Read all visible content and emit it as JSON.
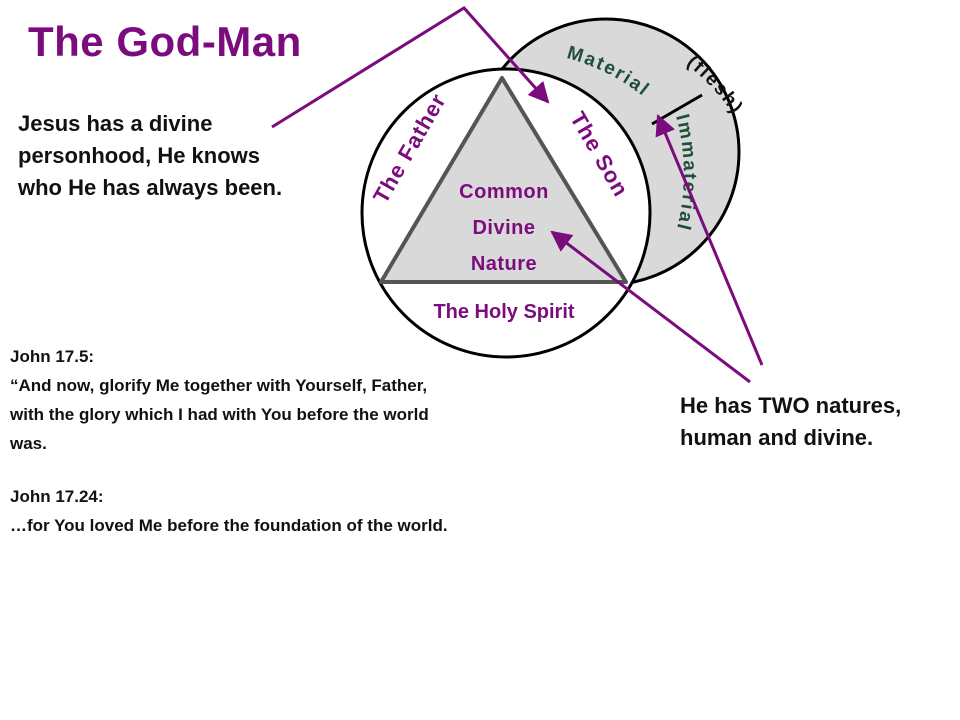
{
  "title": "The God-Man",
  "left_note": [
    "Jesus has a divine",
    "personhood, He knows",
    "who He has always been."
  ],
  "diagram": {
    "father": "The Father",
    "son": "The Son",
    "spirit": "The Holy Spirit",
    "center": [
      "Common",
      "Divine",
      "Nature"
    ],
    "material": "Material",
    "immaterial": "Immaterial",
    "flesh": "(flesh)"
  },
  "scripture": {
    "ref1": "John 17.5:",
    "quote1": [
      "“And now, glorify Me together with Yourself, Father,",
      "with the glory which I had with You before the world",
      "was."
    ],
    "ref2": "John 17.24:",
    "quote2": "…for You loved Me before the foundation of the world."
  },
  "right_note": [
    "He has TWO natures,",
    "human and divine."
  ],
  "colors": {
    "title": "#7b0c7e",
    "arrow": "#7b0c7e",
    "nature_label": "#1f4f3a",
    "fill": "#d9d9d9"
  }
}
